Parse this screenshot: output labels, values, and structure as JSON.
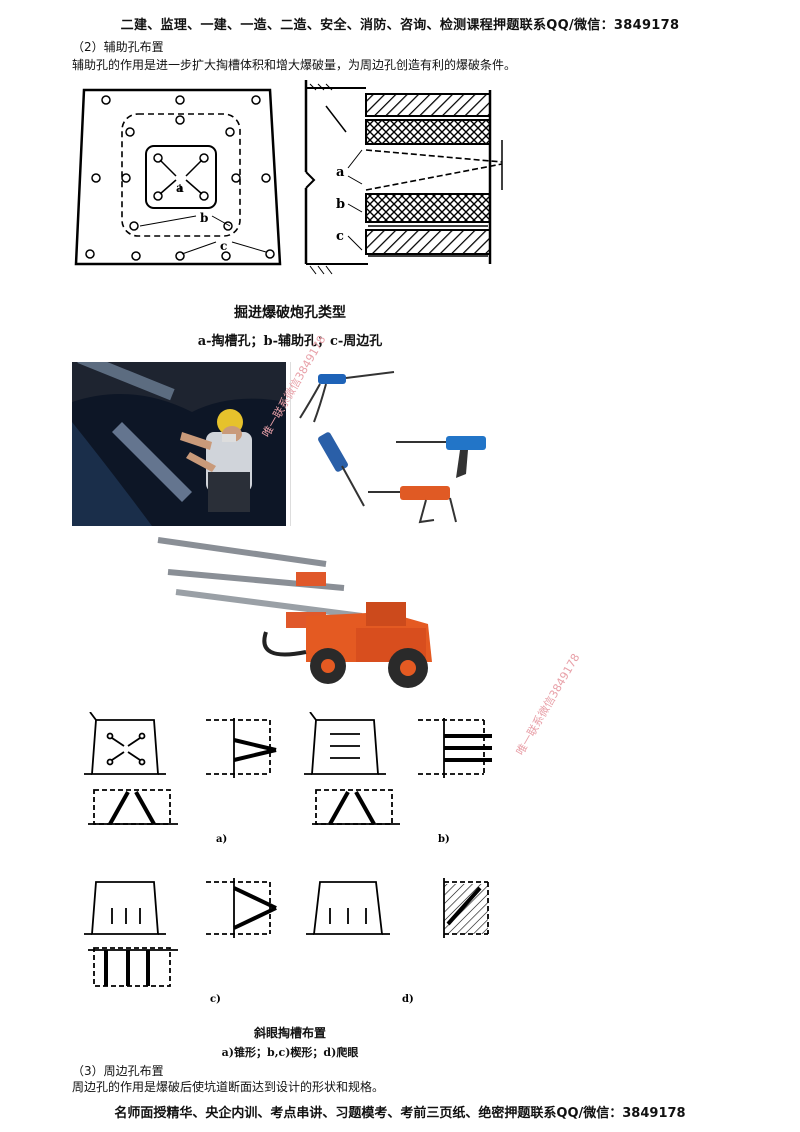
{
  "header": {
    "text": "二建、监理、一建、一造、二造、安全、消防、咨询、检测课程押题联系QQ/微信：3849178"
  },
  "section2": {
    "heading": "（2）辅助孔布置",
    "body": "辅助孔的作用是进一步扩大掏槽体积和增大爆破量，为周边孔创造有利的爆破条件。"
  },
  "figure1": {
    "labels": {
      "a": "a",
      "b": "b",
      "c": "c"
    },
    "title": "掘进爆破炮孔类型",
    "subtitle": "a-掏槽孔；b-辅助孔；c-周边孔"
  },
  "figure3": {
    "labels": {
      "a": "a)",
      "b": "b)",
      "c": "c)",
      "d": "d)"
    },
    "title": "斜眼掏槽布置",
    "subtitle": "a)锥形；b,c)楔形；d)爬眼"
  },
  "watermark": {
    "text1": "唯一联系微信3849178",
    "text2": "唯一联系微信3849178"
  },
  "section3": {
    "heading": "（3）周边孔布置",
    "body": "周边孔的作用是爆破后使坑道断面达到设计的形状和规格。"
  },
  "footer": {
    "text": "名师面授精华、央企内训、考点串讲、习题模考、考前三页纸、绝密押题联系QQ/微信：3849178"
  }
}
